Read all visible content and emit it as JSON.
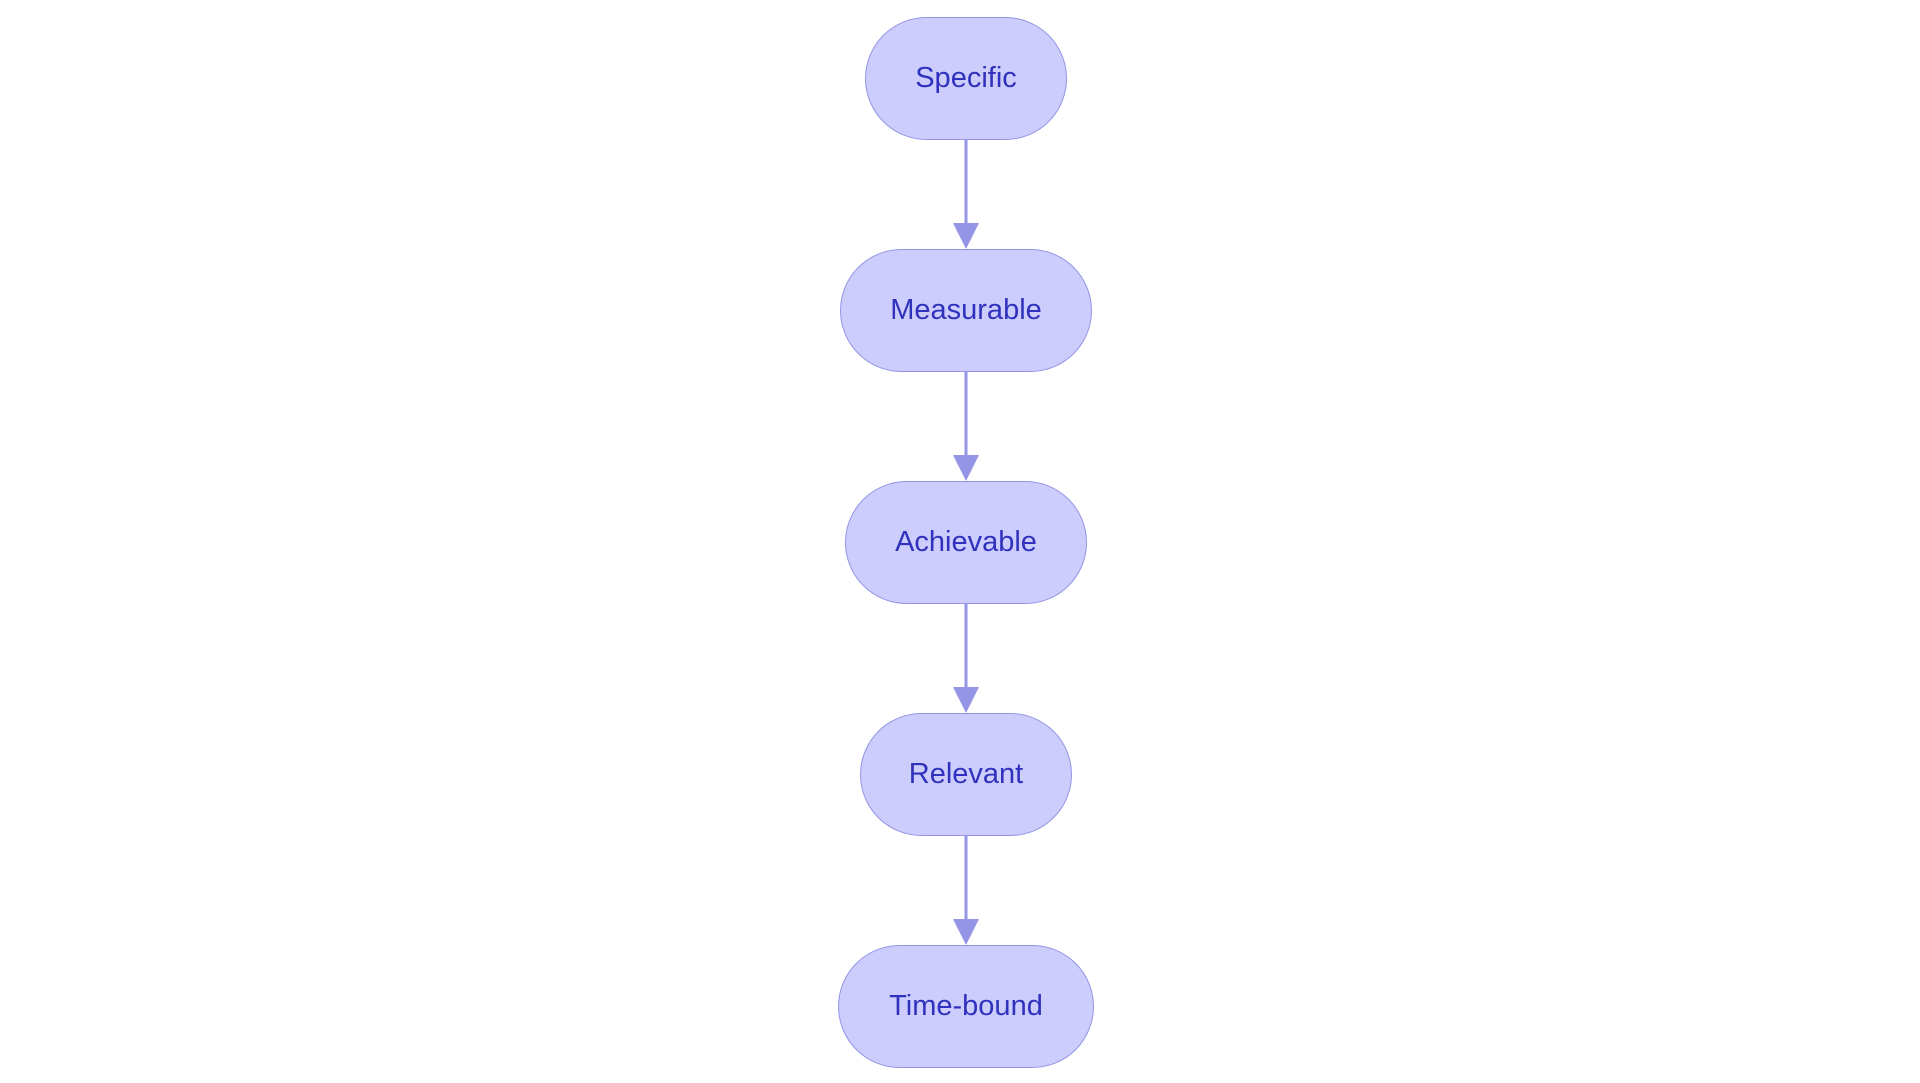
{
  "diagram": {
    "type": "flowchart",
    "direction": "top-to-bottom",
    "colors": {
      "node_fill": "#cccdfc",
      "node_border": "#9495e6",
      "node_text": "#3031bd",
      "edge": "#9495e6"
    },
    "nodes": [
      {
        "id": "specific",
        "label": "Specific"
      },
      {
        "id": "measurable",
        "label": "Measurable"
      },
      {
        "id": "achievable",
        "label": "Achievable"
      },
      {
        "id": "relevant",
        "label": "Relevant"
      },
      {
        "id": "timebound",
        "label": "Time-bound"
      }
    ],
    "edges": [
      {
        "from": "specific",
        "to": "measurable"
      },
      {
        "from": "measurable",
        "to": "achievable"
      },
      {
        "from": "achievable",
        "to": "relevant"
      },
      {
        "from": "relevant",
        "to": "timebound"
      }
    ]
  }
}
